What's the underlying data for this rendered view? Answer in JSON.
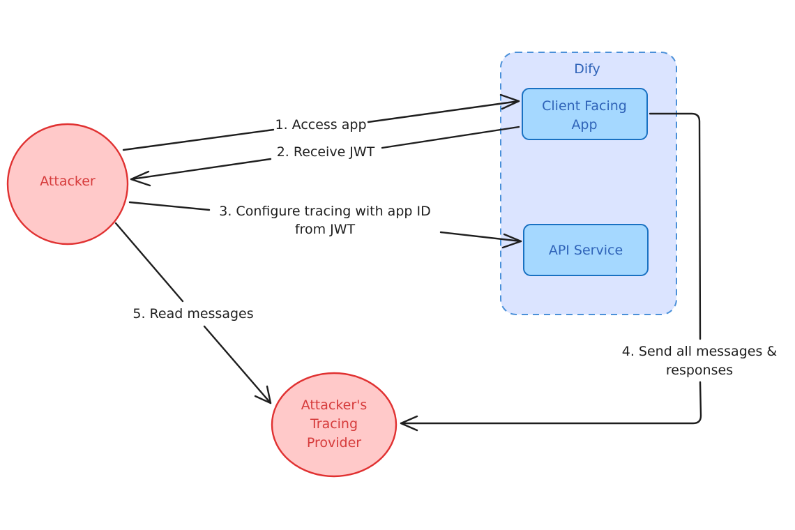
{
  "group": {
    "label": "Dify"
  },
  "nodes": {
    "attacker": {
      "label": "Attacker"
    },
    "client_app": {
      "lines": [
        "Client Facing",
        "App"
      ]
    },
    "api_service": {
      "label": "API Service"
    },
    "tracing_provider": {
      "lines": [
        "Attacker's",
        "Tracing",
        "Provider"
      ]
    }
  },
  "edges": {
    "access_app": {
      "label": "1. Access app"
    },
    "receive_jwt": {
      "label": "2. Receive JWT"
    },
    "configure_tracing": {
      "lines": [
        "3. Configure tracing with app ID",
        "from JWT"
      ]
    },
    "send_messages": {
      "lines": [
        "4. Send all messages &",
        "responses"
      ]
    },
    "read_messages": {
      "label": "5. Read messages"
    }
  },
  "colors": {
    "attacker_fill": "#ffc9c9",
    "attacker_stroke": "#e03131",
    "dify_fill": "#dbe4ff",
    "dify_stroke": "#4a90d9",
    "service_fill": "#a5d8ff",
    "service_stroke": "#1971c2",
    "edge": "#1e1e1e"
  }
}
